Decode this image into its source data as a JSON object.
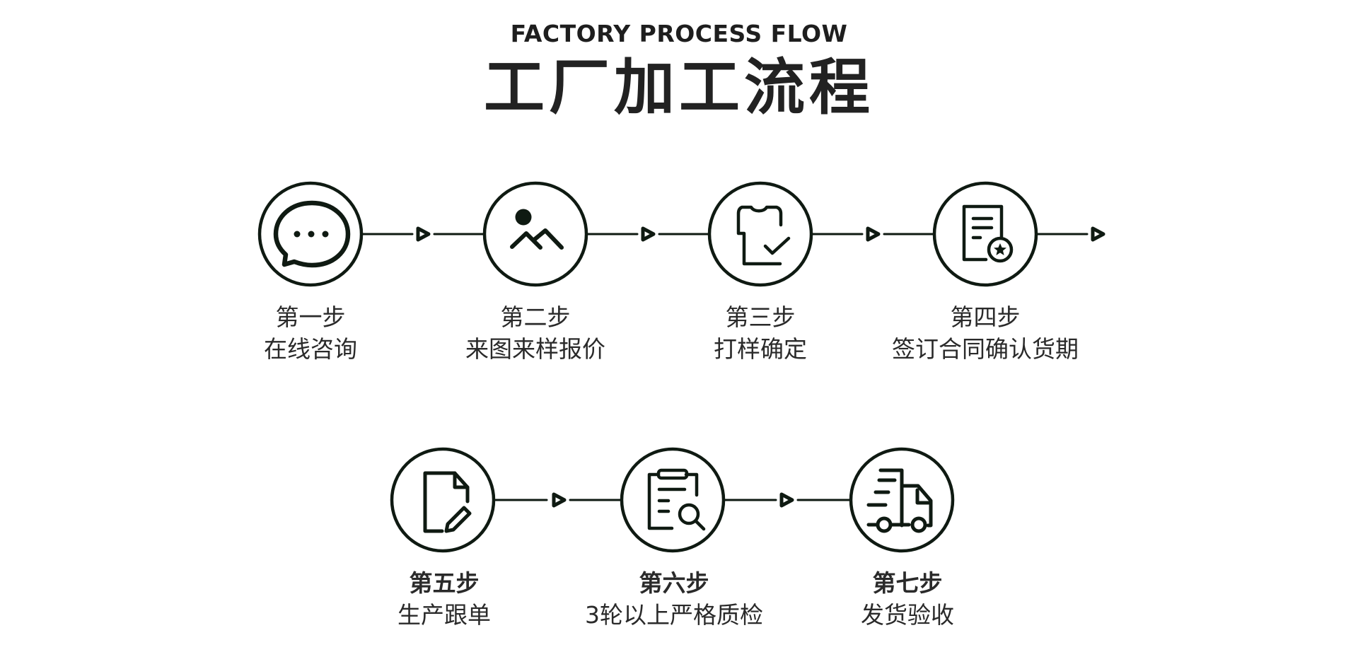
{
  "header": {
    "title_en": "FACTORY PROCESS FLOW",
    "title_zh": "工厂加工流程"
  },
  "colors": {
    "stroke": "#0f1a12",
    "text": "#2a2a2a",
    "background": "#ffffff"
  },
  "steps": [
    {
      "step": "第一步",
      "desc": "在线咨询",
      "icon": "chat-bubble-icon"
    },
    {
      "step": "第二步",
      "desc": "来图来样报价",
      "icon": "image-mountain-icon"
    },
    {
      "step": "第三步",
      "desc": "打样确定",
      "icon": "tshirt-check-icon"
    },
    {
      "step": "第四步",
      "desc": "签订合同确认货期",
      "icon": "contract-star-icon"
    },
    {
      "step": "第五步",
      "desc": "生产跟单",
      "icon": "document-edit-icon"
    },
    {
      "step": "第六步",
      "desc": "3轮以上严格质检",
      "icon": "clipboard-search-icon"
    },
    {
      "step": "第七步",
      "desc": "发货验收",
      "icon": "delivery-truck-icon"
    }
  ]
}
